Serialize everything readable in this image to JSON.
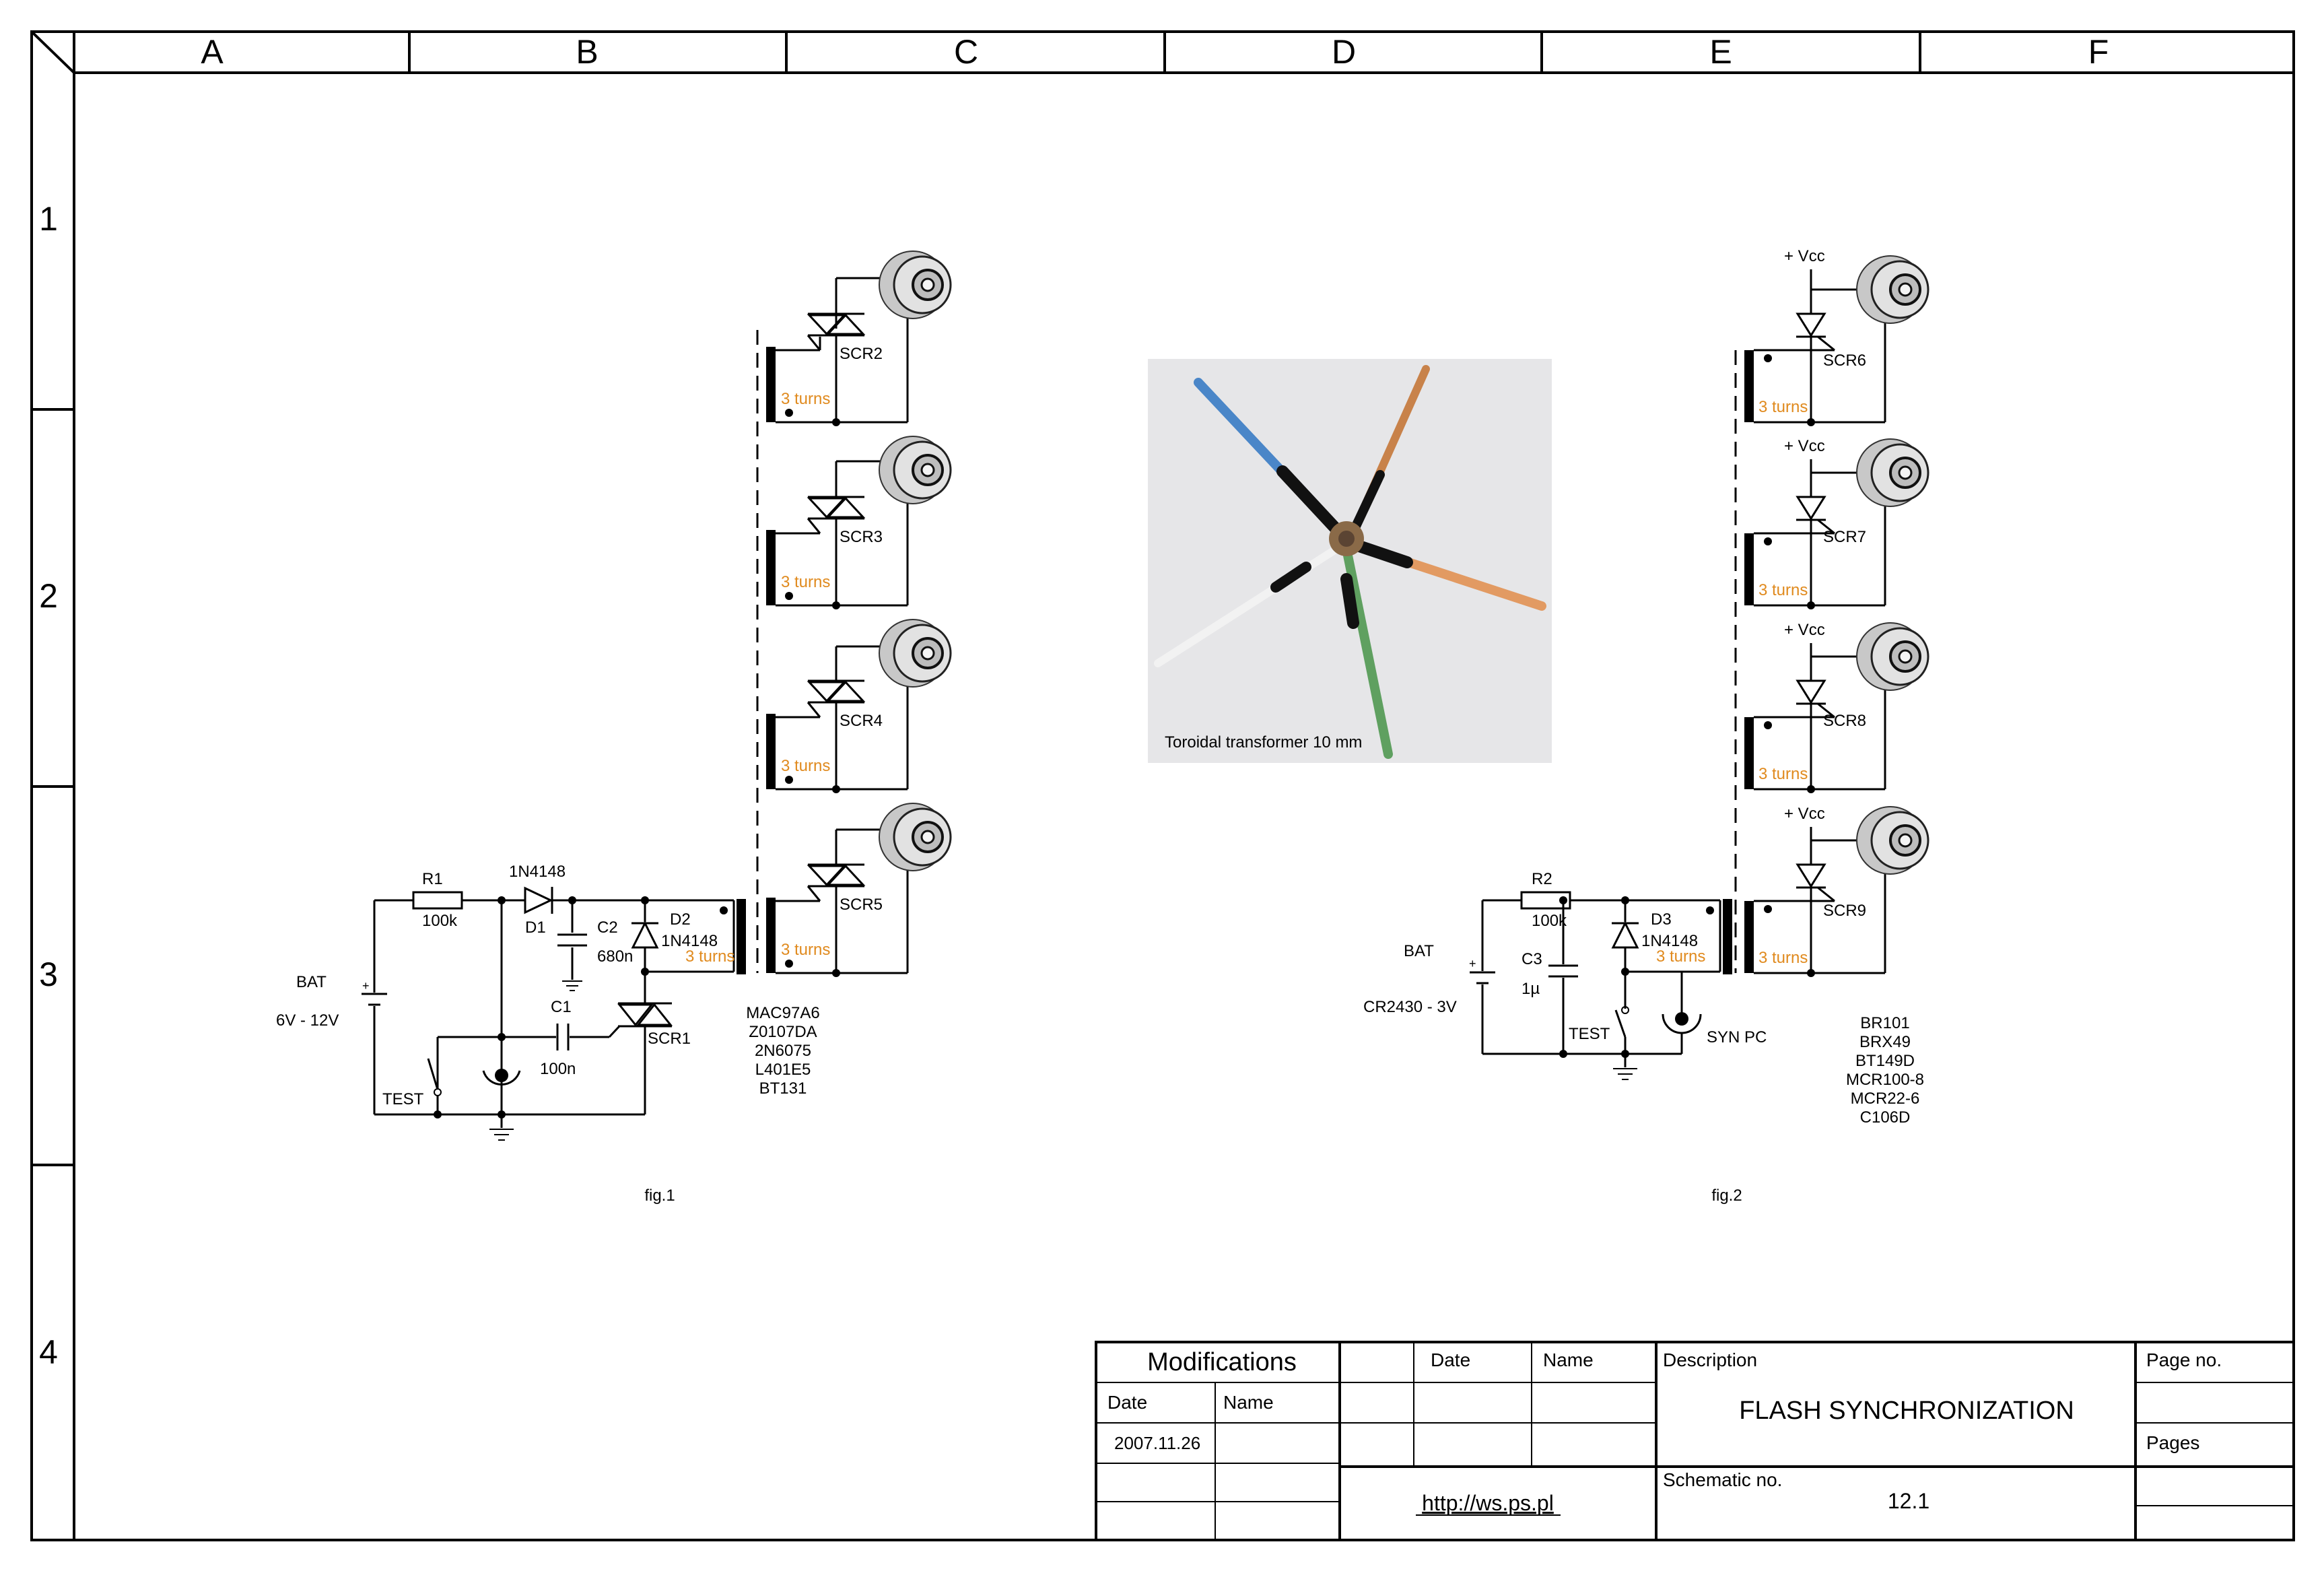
{
  "frame": {
    "columns": [
      "A",
      "B",
      "C",
      "D",
      "E",
      "F"
    ],
    "rows": [
      "1",
      "2",
      "3",
      "4"
    ]
  },
  "fig1": {
    "caption": "fig.1",
    "battery_label": "BAT",
    "battery_voltage": "6V - 12V",
    "r1_name": "R1",
    "r1_value": "100k",
    "d1_type": "1N4148",
    "d1_name": "D1",
    "c2_name": "C2",
    "c2_value": "680n",
    "d2_name": "D2",
    "d2_type": "1N4148",
    "c1_name": "C1",
    "c1_value": "100n",
    "scr1_name": "SCR1",
    "test_label": "TEST",
    "main_turns": "3 turns",
    "triac_list": [
      "MAC97A6",
      "Z0107DA",
      "2N6075",
      "L401E5",
      "BT131"
    ],
    "slaves": [
      {
        "scr": "SCR2",
        "turns": "3 turns"
      },
      {
        "scr": "SCR3",
        "turns": "3 turns"
      },
      {
        "scr": "SCR4",
        "turns": "3 turns"
      },
      {
        "scr": "SCR5",
        "turns": "3 turns"
      }
    ]
  },
  "photo": {
    "caption": "Toroidal transformer 10 mm"
  },
  "fig2": {
    "caption": "fig.2",
    "battery_label": "BAT",
    "battery_voltage": "CR2430 - 3V",
    "r2_name": "R2",
    "r2_value": "100k",
    "c3_name": "C3",
    "c3_value": "1µ",
    "d3_name": "D3",
    "d3_type": "1N4148",
    "main_turns": "3 turns",
    "test_label": "TEST",
    "syn_label": "SYN PC",
    "thyristor_list": [
      "BR101",
      "BRX49",
      "BT149D",
      "MCR100-8",
      "MCR22-6",
      "C106D"
    ],
    "slaves": [
      {
        "vcc": "+ Vcc",
        "scr": "SCR6",
        "turns": "3 turns"
      },
      {
        "vcc": "+ Vcc",
        "scr": "SCR7",
        "turns": "3 turns"
      },
      {
        "vcc": "+ Vcc",
        "scr": "SCR8",
        "turns": "3 turns"
      },
      {
        "vcc": "+ Vcc",
        "scr": "SCR9",
        "turns": "3 turns"
      }
    ]
  },
  "title_block": {
    "modifications": "Modifications",
    "mod_date_header": "Date",
    "mod_name_header": "Name",
    "mod_date_value": "2007.11.26",
    "date_header": "Date",
    "name_header": "Name",
    "description_header": "Description",
    "title": "FLASH SYNCHRONIZATION",
    "page_no_header": "Page no.",
    "pages_header": "Pages",
    "schematic_header": "Schematic no.",
    "schematic_value": "12.1",
    "url": "http://ws.ps.pl"
  },
  "colors": {
    "line": "#000000",
    "turns_label": "#e08a1e",
    "photo_background": "#e6e6e8",
    "wire_blue": "#4a86c8",
    "wire_copper": "#c8824a",
    "wire_orange": "#e29a62",
    "wire_green": "#5fa060",
    "wire_white": "#f2f2f2"
  }
}
